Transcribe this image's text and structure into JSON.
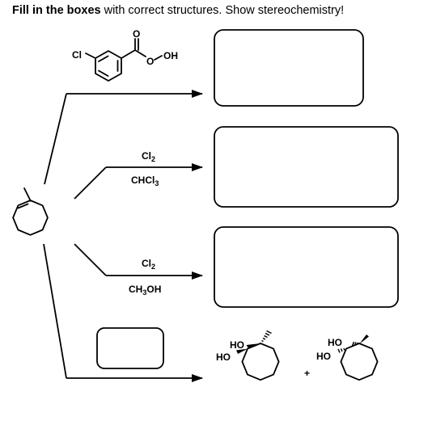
{
  "instruction": {
    "bold_part": "Fill in the boxes",
    "rest": " with correct structures. Show stereochemistry!"
  },
  "reagents": {
    "mcpba": {
      "cl_label": "Cl",
      "carbonyl_o": "O",
      "peroxy_o": "O",
      "oh_label": "OH"
    },
    "route2": {
      "line1": "Cl2",
      "line2": "CHCl3"
    },
    "route3": {
      "line1": "Cl2",
      "line2": "CH3OH"
    }
  },
  "products": {
    "diol_a": {
      "ho_top": "HO",
      "ho_bottom": "HO"
    },
    "plus": "+",
    "diol_b": {
      "ho_top": "HO",
      "ho_bottom": "HO"
    }
  }
}
